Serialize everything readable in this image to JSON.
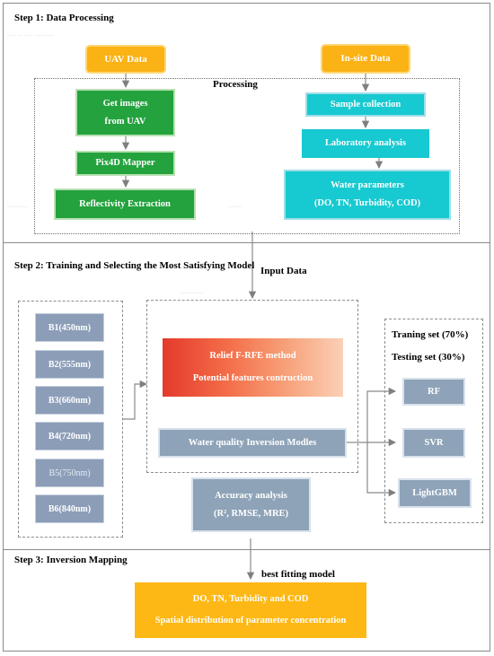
{
  "steps": {
    "step1": "Step 1: Data Processing",
    "step2": "Step 2: Training and Selecting the Most Satisfying Model",
    "step3": "Step 3: Inversion Mapping"
  },
  "step1": {
    "uav_data": "UAV Data",
    "insite_data": "In-site Data",
    "processing_label": "Processing",
    "get_images": [
      "Get images",
      "from UAV"
    ],
    "pix4d": "Pix4D Mapper",
    "reflectivity": "Reflectivity Extraction",
    "sample_collection": "Sample collection",
    "lab_analysis": "Laboratory analysis",
    "water_params": [
      "Water parameters",
      "(DO, TN, Turbidity, COD)"
    ]
  },
  "step2": {
    "input_data": "Input Data",
    "bands": [
      "B1(450nm)",
      "B2(555nm)",
      "B3(660nm)",
      "B4(720nm)",
      "B5(750nm)",
      "B6(840nm)"
    ],
    "relief": [
      "Relief F-RFE method",
      "Potential features contruction"
    ],
    "wq_models": "Water quality Inversion Modles",
    "accuracy": [
      "Accuracy analysis",
      "(R², RMSE, MRE)"
    ],
    "training_set": "Traning set (70%)",
    "testing_set": "Testing set (30%)",
    "models": [
      "RF",
      "SVR",
      "LightGBM"
    ]
  },
  "step3": {
    "best_fit": "best fitting model",
    "result": [
      "DO, TN, Turbidity and COD",
      "Spatial distribution of parameter concentration"
    ]
  },
  "colors": {
    "orange": "#fbb215",
    "green": "#24a23e",
    "cyan": "#17c9d0",
    "steel": "#8ea3b8",
    "band": "#8c9db8",
    "relief_start": "#e43a2c",
    "result": "#fdb815"
  }
}
